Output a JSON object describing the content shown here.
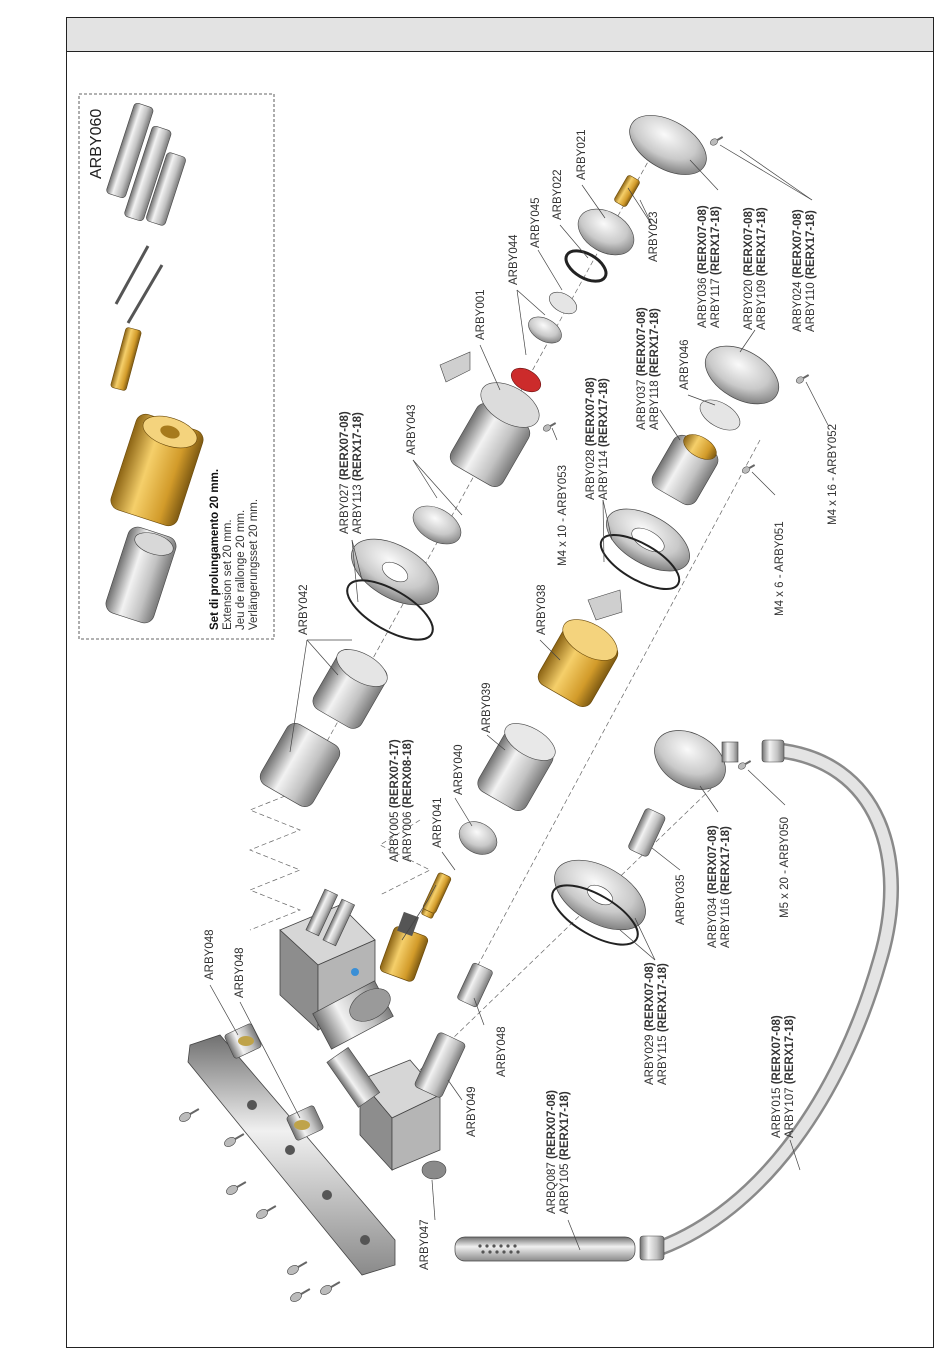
{
  "labels": {
    "arby060": "ARBY060",
    "set_title": "Set di prolungamento 20 mm.",
    "set_en": "Extension set 20 mm.",
    "set_fr": "Jeu de rallonge 20 mm.",
    "set_de": "Verlängerungsset 20 mm.",
    "arby042": "ARBY042",
    "arby027": "ARBY027",
    "rerx0708": "(RERX07-08)",
    "arby113": "ARBY113",
    "rerx1718": "(RERX17-18)",
    "arby043": "ARBY043",
    "arby001": "ARBY001",
    "arby044": "ARBY044",
    "arby045": "ARBY045",
    "arby022": "ARBY022",
    "arby021": "ARBY021",
    "arby023": "ARBY023",
    "arby036": "ARBY036",
    "arby117": "ARBY117",
    "arby020": "ARBY020",
    "arby109": "ARBY109",
    "arby024": "ARBY024",
    "arby110": "ARBY110",
    "arby037": "ARBY037",
    "arby118": "ARBY118",
    "arby046": "ARBY046",
    "arby028": "ARBY028",
    "arby114": "ARBY114",
    "m4x10": "M4 x 10 - ARBY053",
    "m4x6": "M4 x 6 - ARBY051",
    "m4x16": "M4 x 16 - ARBY052",
    "arby038": "ARBY038",
    "arby039": "ARBY039",
    "arby040": "ARBY040",
    "arby041": "ARBY041",
    "arby005": "ARBY005",
    "rerx0717": "(RERX07-17)",
    "arby006": "ARBY006",
    "rerx0818": "(RERX08-18)",
    "arby048": "ARBY048",
    "arby049": "ARBY049",
    "arby047": "ARBY047",
    "arbq087": "ARBQ087",
    "arby105": "ARBY105",
    "arby029": "ARBY029",
    "arby115": "ARBY115",
    "arby035": "ARBY035",
    "arby034": "ARBY034",
    "arby116": "ARBY116",
    "m5x20": "M5 x 20 - ARBY050",
    "arby015": "ARBY015",
    "arby107": "ARBY107"
  },
  "colors": {
    "frame": "#222222",
    "header": "#e3e3e3",
    "metal_light": "#e8e8e8",
    "metal_mid": "#b8b8b8",
    "metal_dark": "#6f6f6f",
    "brass": "#d9a531",
    "red": "#cc2b2b",
    "blue": "#3a8fd6"
  }
}
